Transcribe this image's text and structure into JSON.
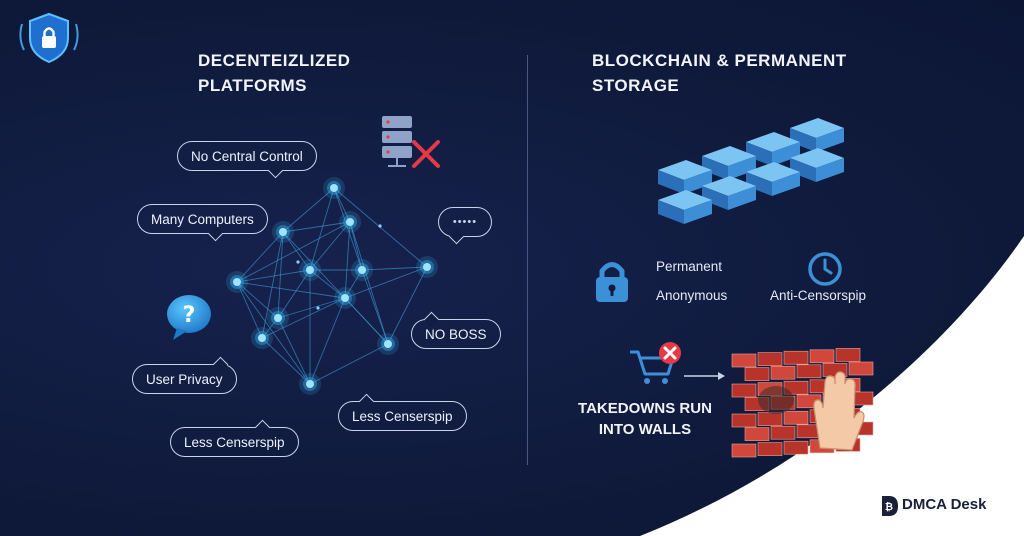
{
  "left_heading": [
    "DECENTEIZLIZED",
    "PLATFORMS"
  ],
  "right_heading": [
    "BLOCKCHAIN & PERMANENT",
    "STORAGE"
  ],
  "bubbles": {
    "no_central_control": "No Central Control",
    "many_computers": "Many Computers",
    "ellipsis": "•••••",
    "no_boss": "NO BOSS",
    "user_privacy": "User Privacy",
    "less_censerspip_1": "Less Censerspip",
    "less_censerspip_2": "Less Censerspip"
  },
  "features": {
    "permanent": "Permanent",
    "anonymous": "Anonymous",
    "anti_censorship": "Anti-Censorspip"
  },
  "takedown": [
    "TAKEDOWNS RUN",
    "INTO WALLS"
  ],
  "brand": "DMCA Desk",
  "colors": {
    "background": "#101a3d",
    "node_glow": "#37b6f2",
    "accent_blue": "#3c90d8",
    "x_red": "#e63946",
    "brick": "#c23a30",
    "white_swoosh": "#ffffff"
  },
  "icons": [
    "shield-lock-icon",
    "server-x-icon",
    "question-bubble-icon",
    "blockchain-blocks-icon",
    "padlock-icon",
    "clock-icon",
    "shopping-cart-icon",
    "brick-wall-icon",
    "hand-icon",
    "dmca-logo-icon"
  ]
}
